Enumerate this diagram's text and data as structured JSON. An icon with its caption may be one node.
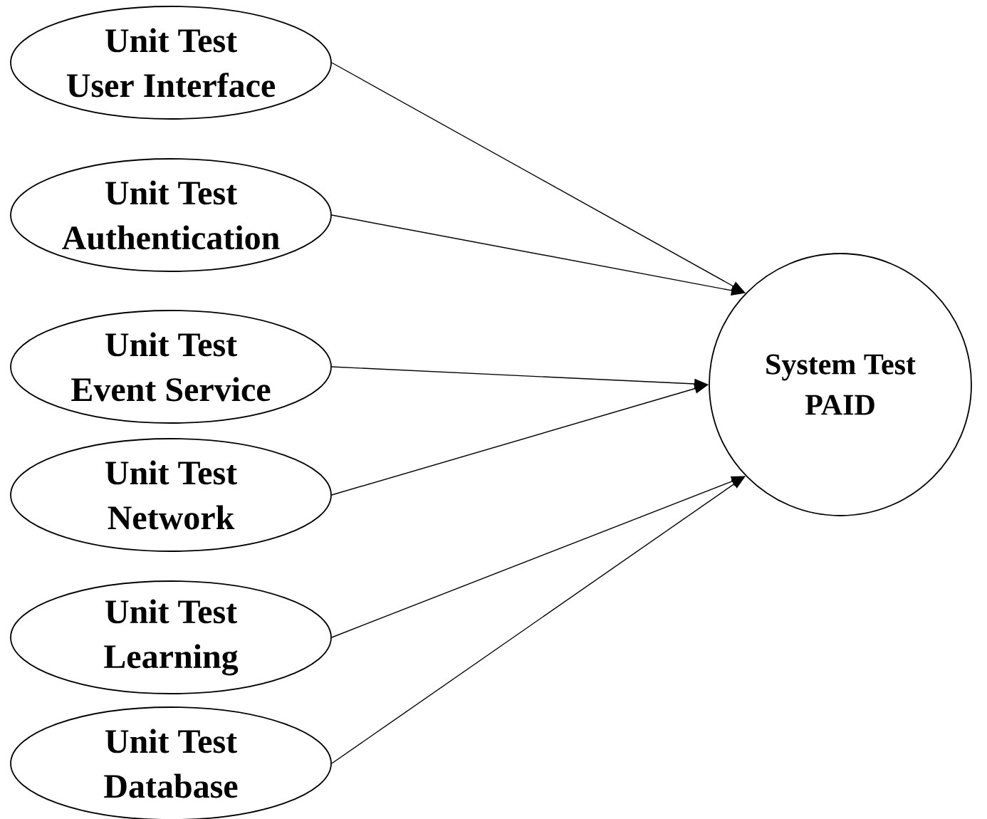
{
  "diagram": {
    "nodes": [
      {
        "text": [
          "Unit Test",
          "User Interface"
        ]
      },
      {
        "text": [
          "Unit Test",
          "Authentication"
        ]
      },
      {
        "text": [
          "Unit Test",
          "Event Service"
        ]
      },
      {
        "text": [
          "Unit Test",
          "Network"
        ]
      },
      {
        "text": [
          "Unit Test",
          "Learning"
        ]
      },
      {
        "text": [
          "Unit Test",
          "Database"
        ]
      },
      {
        "text": [
          "System Test",
          "PAID"
        ]
      }
    ],
    "edges": [
      {
        "from": 0,
        "to": 6,
        "arrow": "to"
      },
      {
        "from": 1,
        "to": 6,
        "arrow": "to"
      },
      {
        "from": 2,
        "to": 6,
        "arrow": "to"
      },
      {
        "from": 3,
        "to": 6,
        "arrow": "to"
      },
      {
        "from": 4,
        "to": 6,
        "arrow": "to"
      },
      {
        "from": 5,
        "to": 6,
        "arrow": "to"
      }
    ]
  }
}
